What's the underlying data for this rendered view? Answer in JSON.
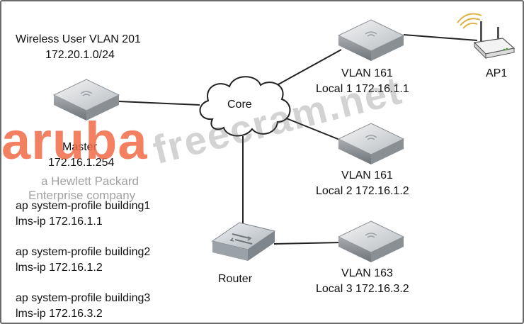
{
  "vlan_block": {
    "line1": "Wireless User VLAN 201",
    "line2": "172.20.1.0/24"
  },
  "core": {
    "label": "Core"
  },
  "master": {
    "name": "Master",
    "ip": "172.16.1.254"
  },
  "local1": {
    "vlan": "VLAN 161",
    "label": "Local 1 172.16.1.1"
  },
  "local2": {
    "vlan": "VLAN 161",
    "label": "Local 2 172.16.1.2"
  },
  "local3": {
    "vlan": "VLAN 163",
    "label": "Local 3 172.16.3.2"
  },
  "router": {
    "label": "Router"
  },
  "ap": {
    "label": "AP1"
  },
  "profiles": [
    {
      "name": "ap system-profile building1",
      "lms": "lms-ip 172.16.1.1"
    },
    {
      "name": "ap system-profile building2",
      "lms": "lms-ip 172.16.1.2"
    },
    {
      "name": "ap system-profile building3",
      "lms": "lms-ip 172.16.3.2"
    }
  ],
  "watermarks": {
    "brand": "aruba",
    "tagline1": "a Hewlett Packard",
    "tagline2": "Enterprise company",
    "site": "freecram.net"
  },
  "colors": {
    "brand": "#f26a45",
    "line": "#222222",
    "text": "#111111"
  }
}
